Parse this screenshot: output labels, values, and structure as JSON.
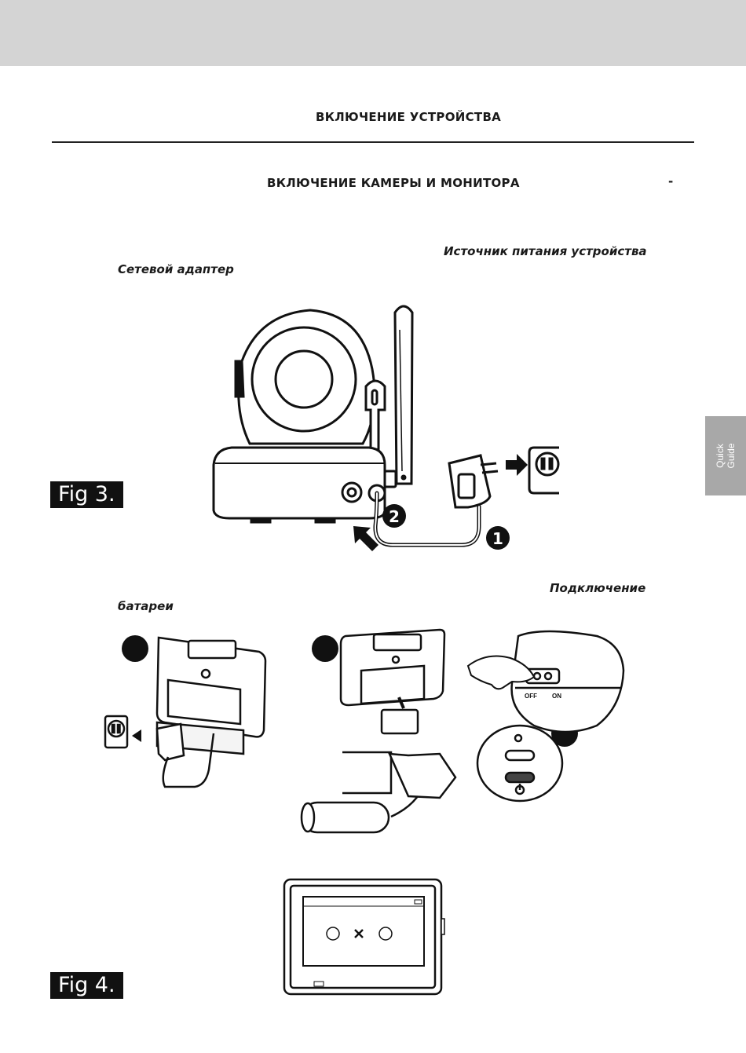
{
  "header": {
    "section_title": "ВКЛЮЧЕНИЕ УСТРОЙСТВА",
    "subsection_title": "ВКЛЮЧЕНИЕ КАМЕРЫ И МОНИТОРА",
    "dash": "-"
  },
  "body": {
    "power_source": "Источник питания устройства",
    "adapter": "Сетевой адаптер",
    "connection": "Подключение",
    "battery": "батареи"
  },
  "side_tab": {
    "line1": "Quick",
    "line2": "Guide"
  },
  "figures": {
    "fig3_label": "Fig 3.",
    "fig4_label": "Fig 4.",
    "step1": "1",
    "step2": "2",
    "switch_off": "OFF",
    "switch_on": "ON"
  },
  "icons": [
    "camera-icon",
    "antenna-icon",
    "power-adapter-icon",
    "wall-outlet-icon",
    "arrow-icon",
    "monitor-icon",
    "battery-icon",
    "hand-icon",
    "power-button-icon",
    "talk-icon",
    "signal-icon",
    "camera-link-icon",
    "no-link-icon"
  ],
  "colors": {
    "header_bar": "#d4d4d4",
    "side_tab": "#a8a8a8",
    "fig_label_bg": "#111111"
  }
}
